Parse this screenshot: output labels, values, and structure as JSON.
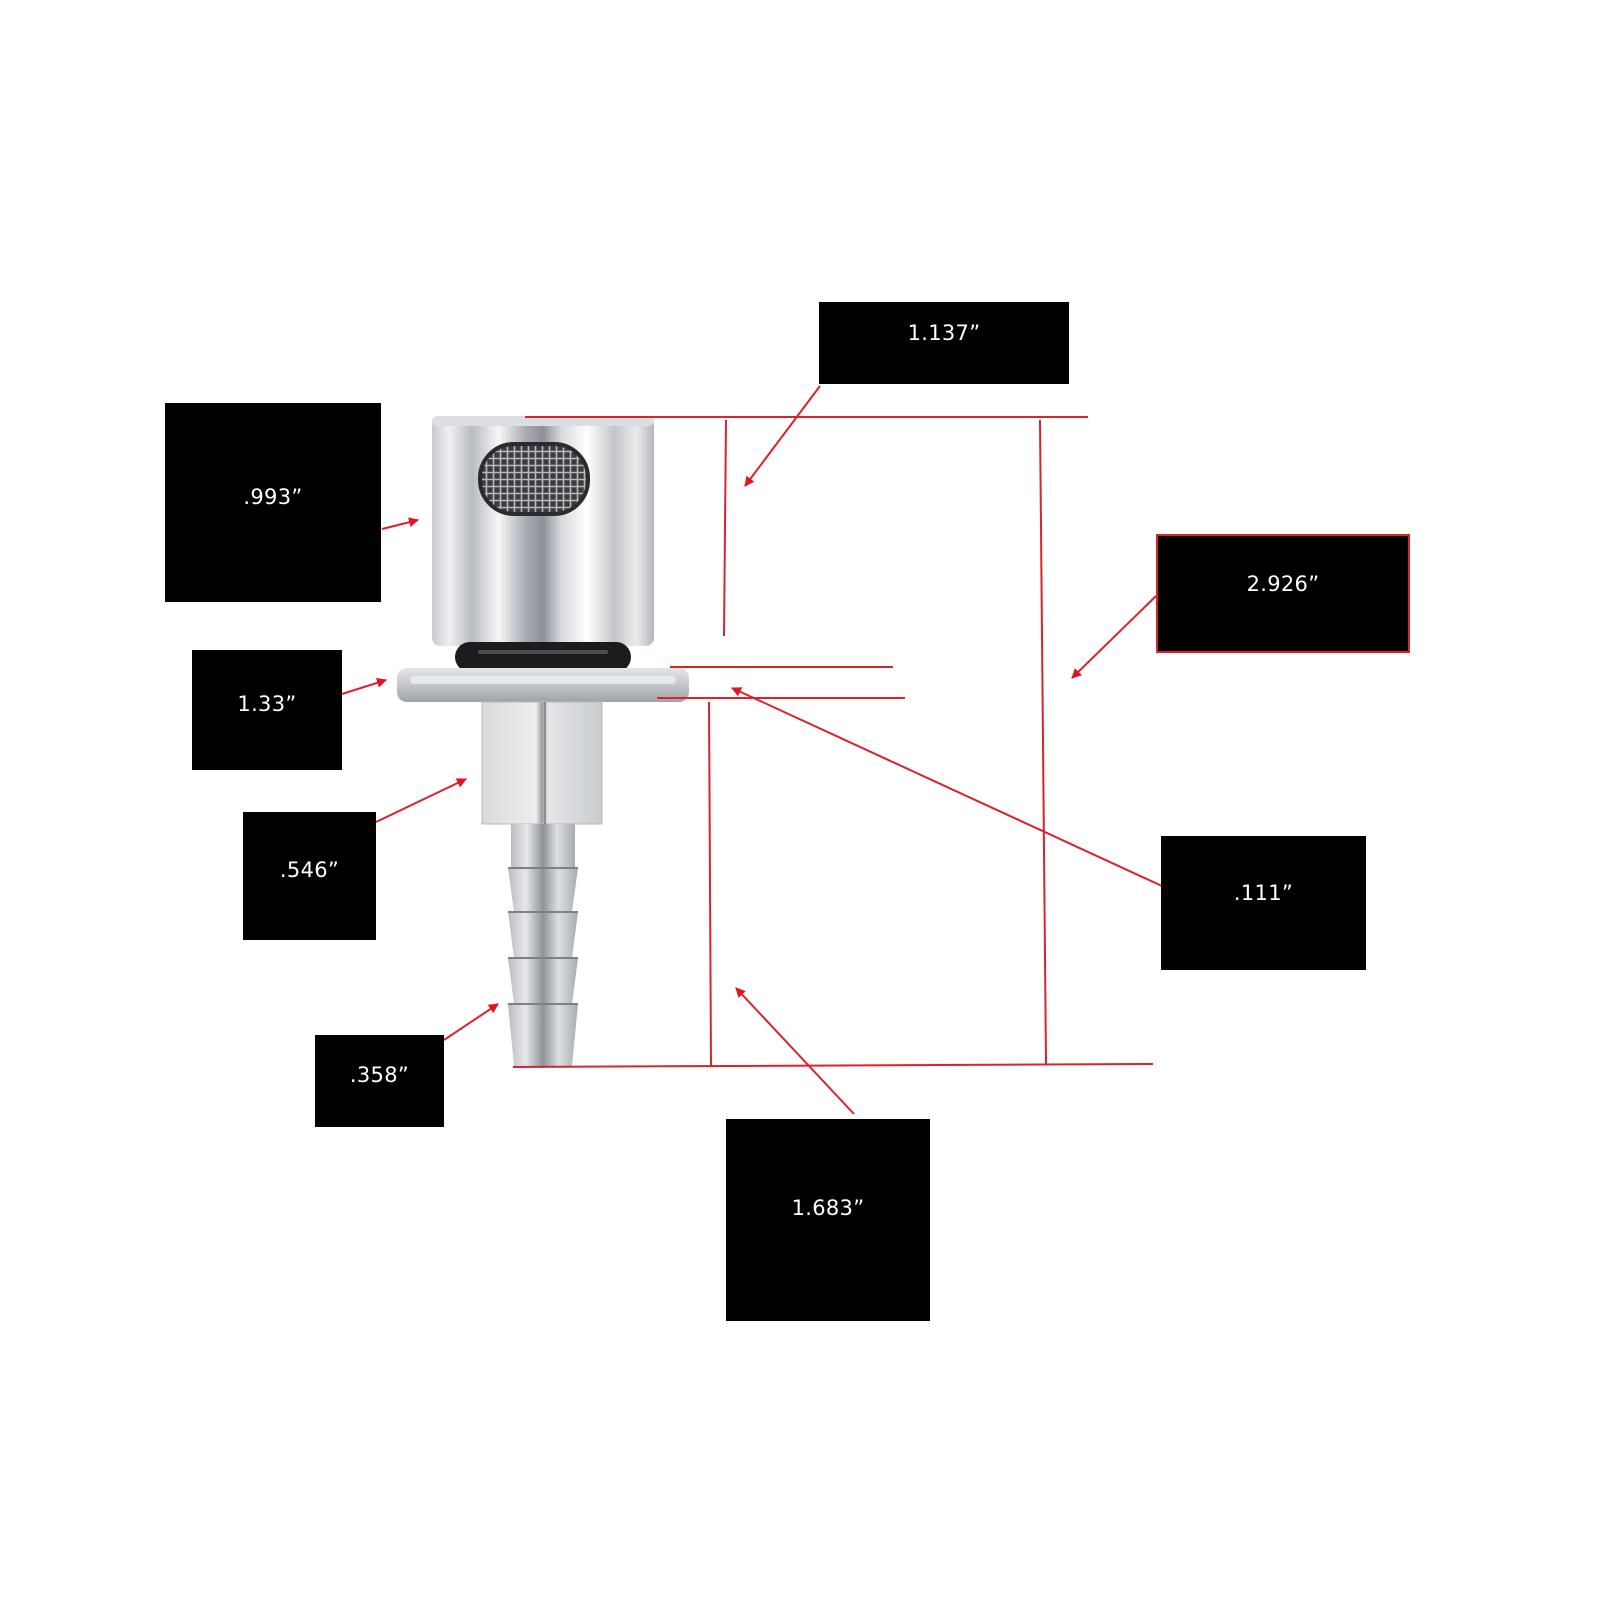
{
  "diagram": {
    "subject": "stainless steel fitting with mesh screen, o-ring, flange, hex nut and barbed hose tail",
    "line_color": "#d9232d",
    "label_bg": "#000000",
    "label_text_color": "#ffffff"
  },
  "labels": {
    "top_width": ".993”",
    "flange_diameter": "1.33”",
    "hex_width": ".546”",
    "barb_diameter": ".358”",
    "upper_height": "1.137”",
    "overall_height": "2.926”",
    "flange_thickness": ".111”",
    "lower_height": "1.683”"
  }
}
